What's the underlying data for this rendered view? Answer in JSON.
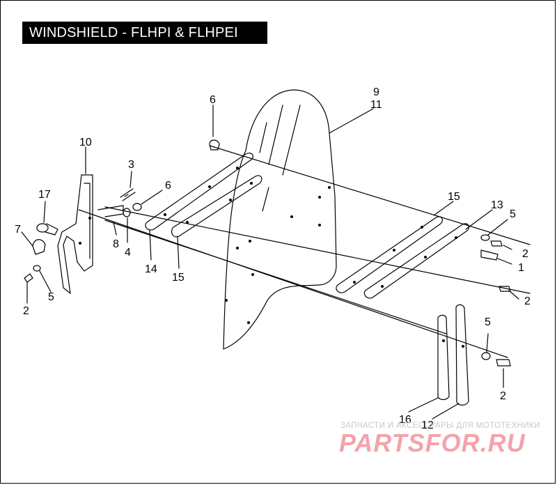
{
  "title": "WINDSHIELD - FLHPI & FLHPEI",
  "callouts": {
    "c9": "9",
    "c11": "11",
    "c6a": "6",
    "c6b": "6",
    "c10": "10",
    "c3": "3",
    "c17": "17",
    "c7": "7",
    "c8": "8",
    "c4": "4",
    "c14": "14",
    "c15a": "15",
    "c15b": "15",
    "c13": "13",
    "c5a": "5",
    "c5b": "5",
    "c5c": "5",
    "c2a": "2",
    "c2b": "2",
    "c2c": "2",
    "c2d": "2",
    "c1": "1",
    "c16": "16",
    "c12": "12"
  },
  "watermark": {
    "line1": "ЗАПЧАСТИ И АКСЕССУАРЫ ДЛЯ МОТОТЕХНИКИ",
    "line2": "PARTSFOR.RU"
  },
  "colors": {
    "ink": "#000000",
    "watermark_text": "#c8c8c8",
    "watermark_logo": "#f4a3ab"
  }
}
